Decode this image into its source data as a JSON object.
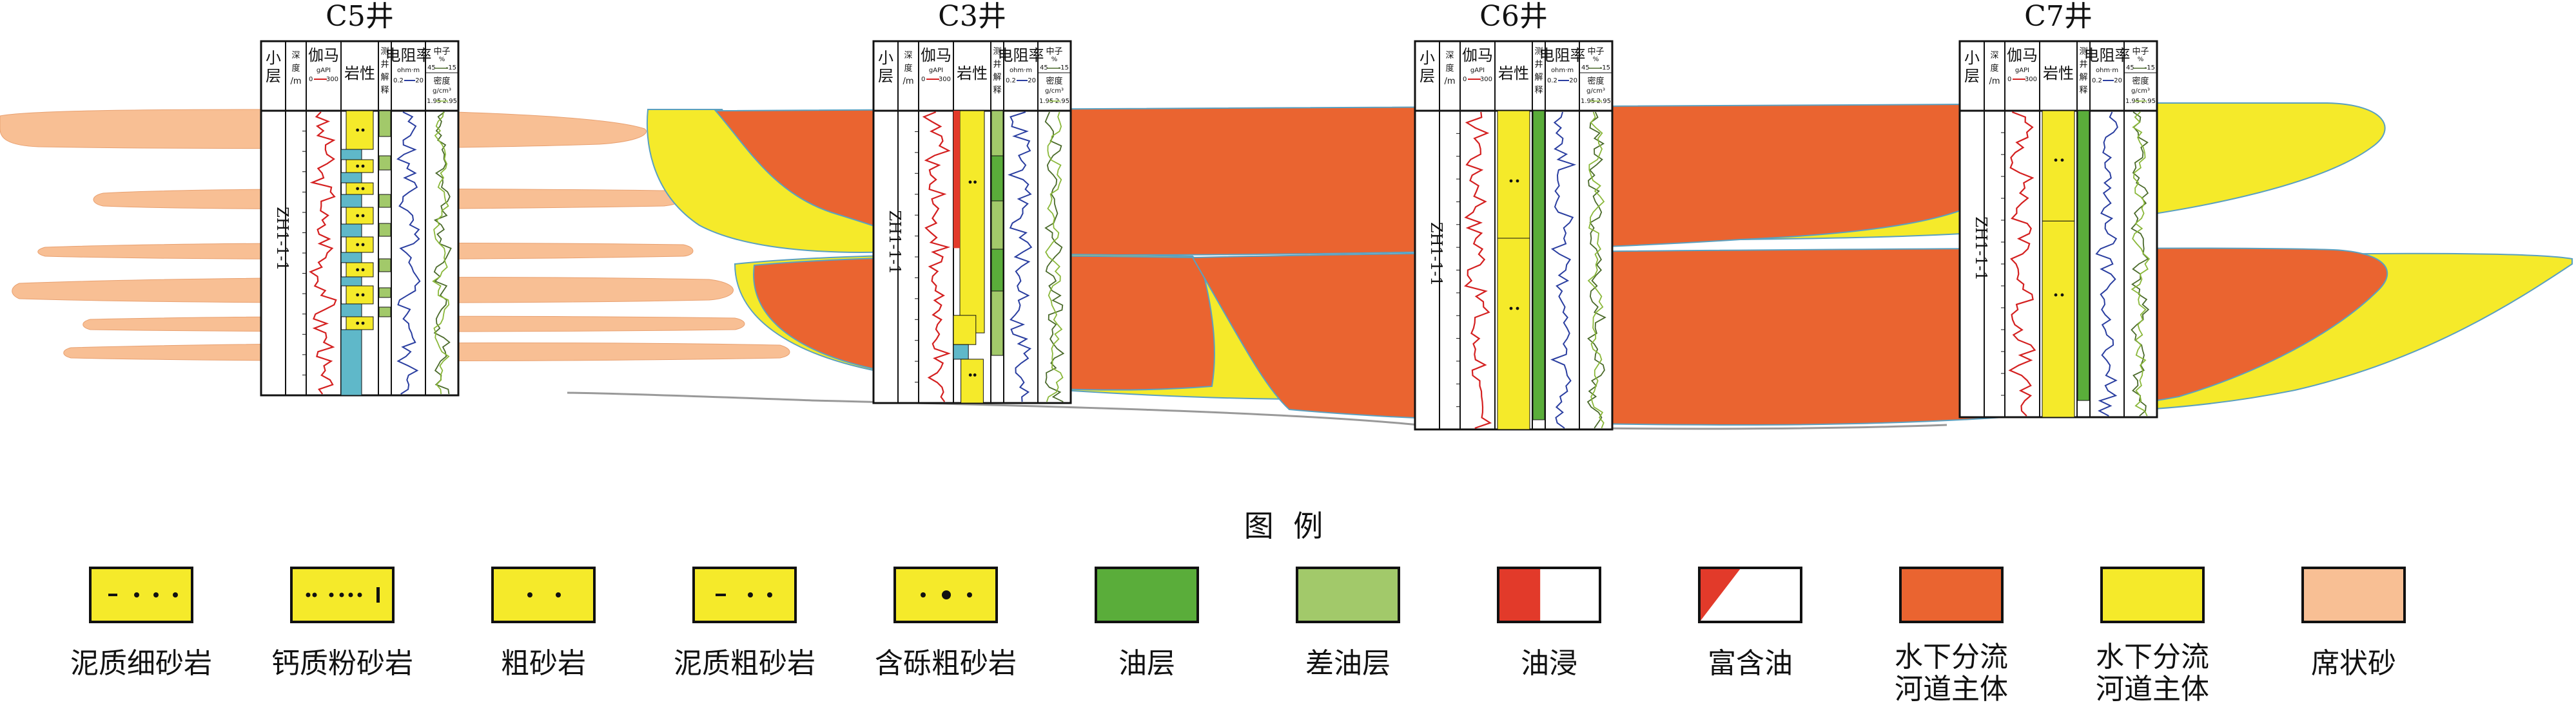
{
  "wells": [
    {
      "name": "C5井",
      "layer": "ZH1-1-1"
    },
    {
      "name": "C3井",
      "layer": "ZH1-1-1"
    },
    {
      "name": "C6井",
      "layer": "ZH1-1-1"
    },
    {
      "name": "C7井",
      "layer": "ZH1-1-1"
    }
  ],
  "track_headers": {
    "layer": "小层",
    "depth": "深度",
    "depth_unit": "/m",
    "gamma": "伽马",
    "gamma_unit": "gAPI",
    "gamma_min": "0",
    "gamma_max": "300",
    "lithology": "岩性",
    "interp_1": "测",
    "interp_2": "井",
    "interp_3": "解",
    "interp_4": "释",
    "resistivity": "电阻率",
    "resistivity_unit": "ohm·m",
    "resistivity_min": "0.2",
    "resistivity_max": "20",
    "neutron": "中子",
    "neutron_unit": "%",
    "neutron_min": "45",
    "neutron_max": "-15",
    "density": "密度",
    "density_unit": "g/cm³",
    "density_min": "1.95",
    "density_max": "2.95"
  },
  "legend": {
    "title": "图  例",
    "items": [
      {
        "label": "泥质细砂岩",
        "kind": "pattern",
        "fill": "#f5ea2a",
        "pattern": "dash-dots"
      },
      {
        "label": "钙质粉砂岩",
        "kind": "pattern",
        "fill": "#f5ea2a",
        "pattern": "dots-bar"
      },
      {
        "label": "粗砂岩",
        "kind": "pattern",
        "fill": "#f5ea2a",
        "pattern": "two-dots"
      },
      {
        "label": "泥质粗砂岩",
        "kind": "pattern",
        "fill": "#f5ea2a",
        "pattern": "dash-two-dots"
      },
      {
        "label": "含砾粗砂岩",
        "kind": "pattern",
        "fill": "#f5ea2a",
        "pattern": "dot-circle-dot"
      },
      {
        "label": "油层",
        "kind": "solid",
        "fill": "#5aad3a"
      },
      {
        "label": "差油层",
        "kind": "solid",
        "fill": "#a2c96a"
      },
      {
        "label": "油浸",
        "kind": "half",
        "fill": "#e23a2a"
      },
      {
        "label": "富含油",
        "kind": "wedge",
        "fill": "#e23a2a"
      },
      {
        "label": "水下分流",
        "label2": "河道主体",
        "kind": "solid",
        "fill": "#ea6430"
      },
      {
        "label": "水下分流",
        "label2": "河道主体",
        "kind": "solid",
        "fill": "#f5ea2a"
      },
      {
        "label": "席状砂",
        "kind": "solid",
        "fill": "#f8bf94"
      }
    ]
  },
  "colors": {
    "channel_main": "#ea6430",
    "channel_yellow": "#f5ea2a",
    "sheet_sand": "#f8bf94",
    "oil_layer": "#5aad3a",
    "poor_oil": "#a2c96a",
    "calcareous": "#5fb8c9",
    "gamma_curve": "#d42020",
    "resistivity_curve": "#2a3ea0",
    "neutron_curve": "#4a6a2a",
    "density_curve": "#8ab83a",
    "outline": "#5aa0c0"
  }
}
